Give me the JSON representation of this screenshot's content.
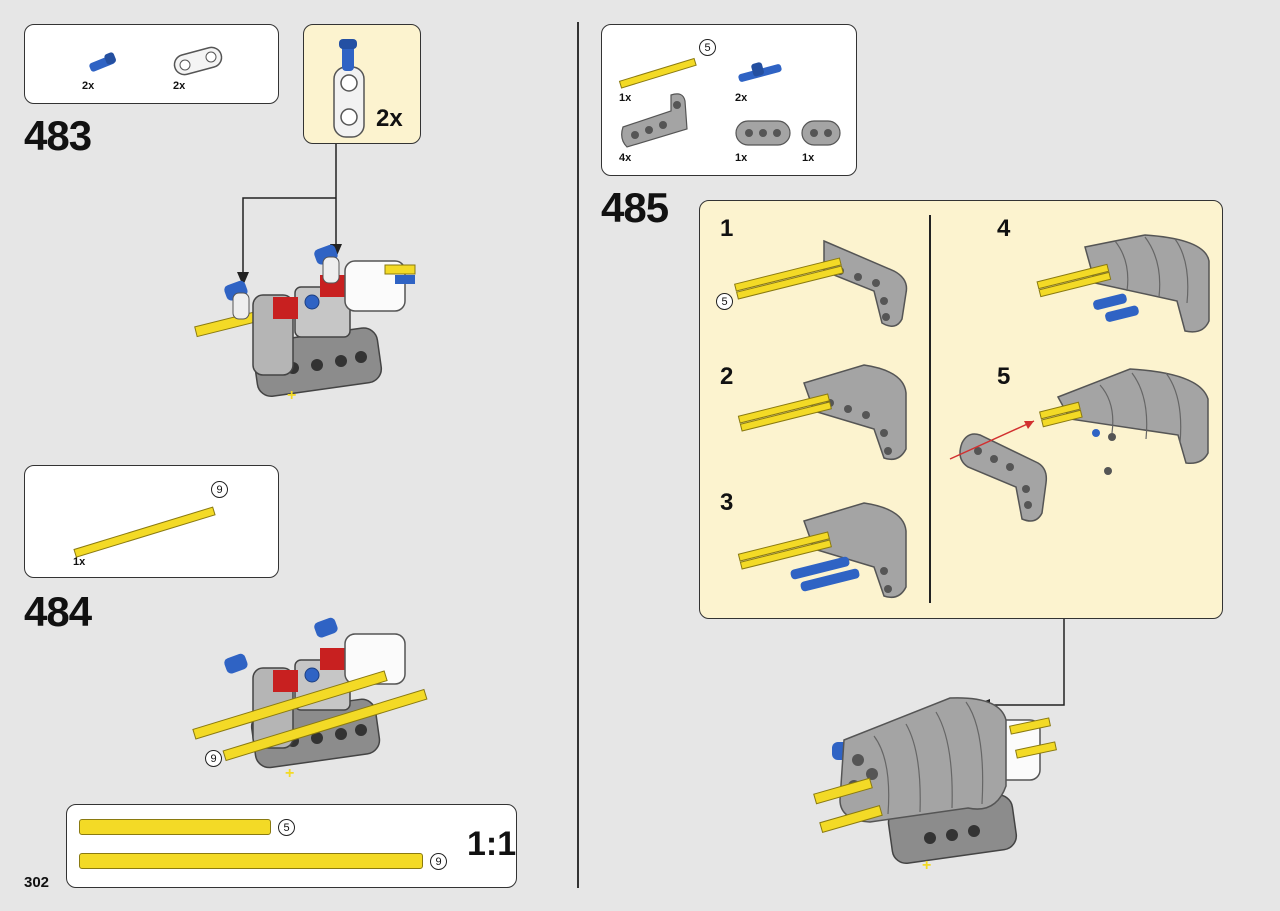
{
  "page": {
    "number": "302"
  },
  "colors": {
    "yellow": "#f3da26",
    "blue": "#2f63c4",
    "red": "#c82020",
    "grey": "#a4a4a4",
    "darkgrey": "#6f6f6f",
    "cream": "#fcf3cf"
  },
  "steps": [
    {
      "number": "483",
      "parts": [
        {
          "qty": "2x",
          "icon": "blue-axle-pin-icon"
        },
        {
          "qty": "2x",
          "icon": "white-connector-icon"
        }
      ],
      "callout_qty": "2x"
    },
    {
      "number": "484",
      "parts": [
        {
          "qty": "1x",
          "icon": "yellow-axle-9-icon",
          "length": "9"
        }
      ],
      "assembly_length": "9"
    },
    {
      "number": "485",
      "parts": [
        {
          "qty": "1x",
          "icon": "yellow-axle-5-icon",
          "length": "5"
        },
        {
          "qty": "2x",
          "icon": "blue-axle-pin-icon"
        },
        {
          "qty": "4x",
          "icon": "grey-l-beam-icon"
        },
        {
          "qty": "1x",
          "icon": "grey-beam-3-icon"
        },
        {
          "qty": "1x",
          "icon": "grey-beam-2-icon"
        }
      ],
      "substeps": [
        {
          "label": "1",
          "length": "5"
        },
        {
          "label": "2"
        },
        {
          "label": "3"
        },
        {
          "label": "4"
        },
        {
          "label": "5"
        }
      ]
    }
  ],
  "scale": {
    "label": "1:1",
    "items": [
      {
        "length": "5"
      },
      {
        "length": "9"
      }
    ]
  }
}
